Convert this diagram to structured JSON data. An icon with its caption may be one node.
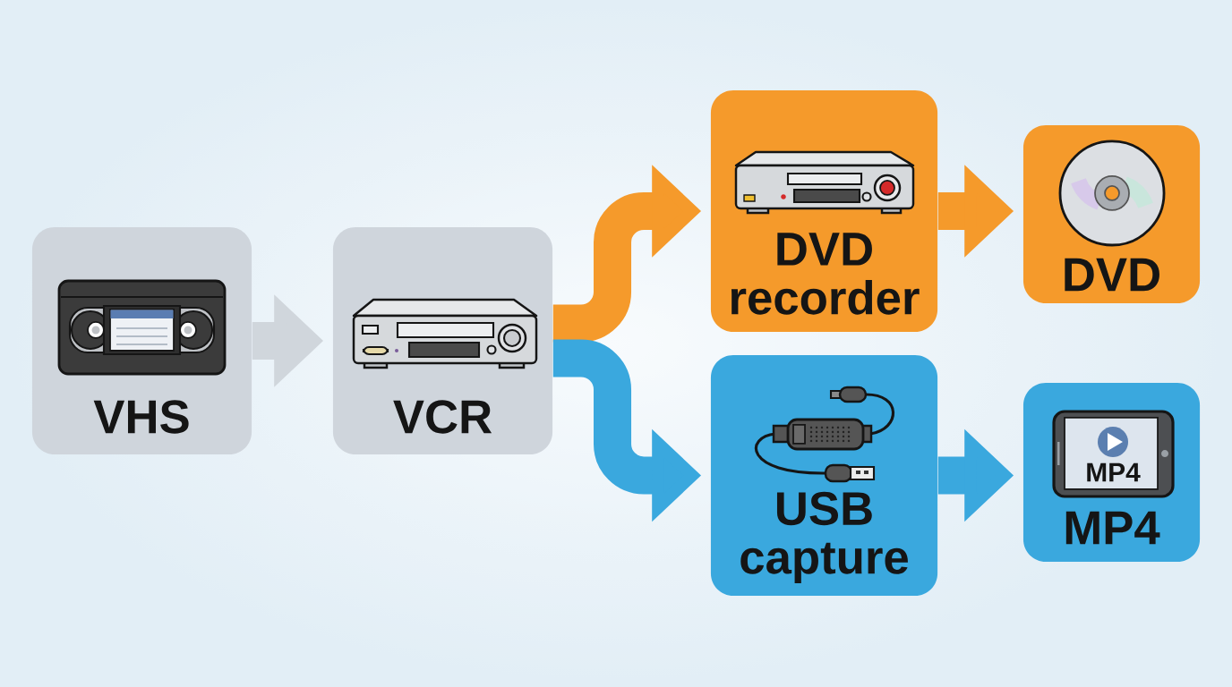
{
  "diagram": {
    "nodes": [
      {
        "text": [
          "VHS"
        ]
      },
      {
        "text": [
          "VCR"
        ]
      },
      {
        "text": [
          "DVD recorder"
        ]
      },
      {
        "text": [
          "DVD"
        ]
      },
      {
        "text": [
          "USB capture"
        ]
      },
      {
        "text": [
          "MP4"
        ]
      }
    ],
    "edges": [
      {
        "from": 0,
        "to": 1,
        "arrow": "to",
        "color": "#d0d6dc"
      },
      {
        "from": 1,
        "to": 2,
        "arrow": "to",
        "color": "#f59a2b"
      },
      {
        "from": 1,
        "to": 4,
        "arrow": "to",
        "color": "#3aa8de"
      },
      {
        "from": 2,
        "to": 3,
        "arrow": "to",
        "color": "#f59a2b"
      },
      {
        "from": 4,
        "to": 5,
        "arrow": "to",
        "color": "#3aa8de"
      }
    ],
    "labels": [
      "MP4"
    ]
  }
}
